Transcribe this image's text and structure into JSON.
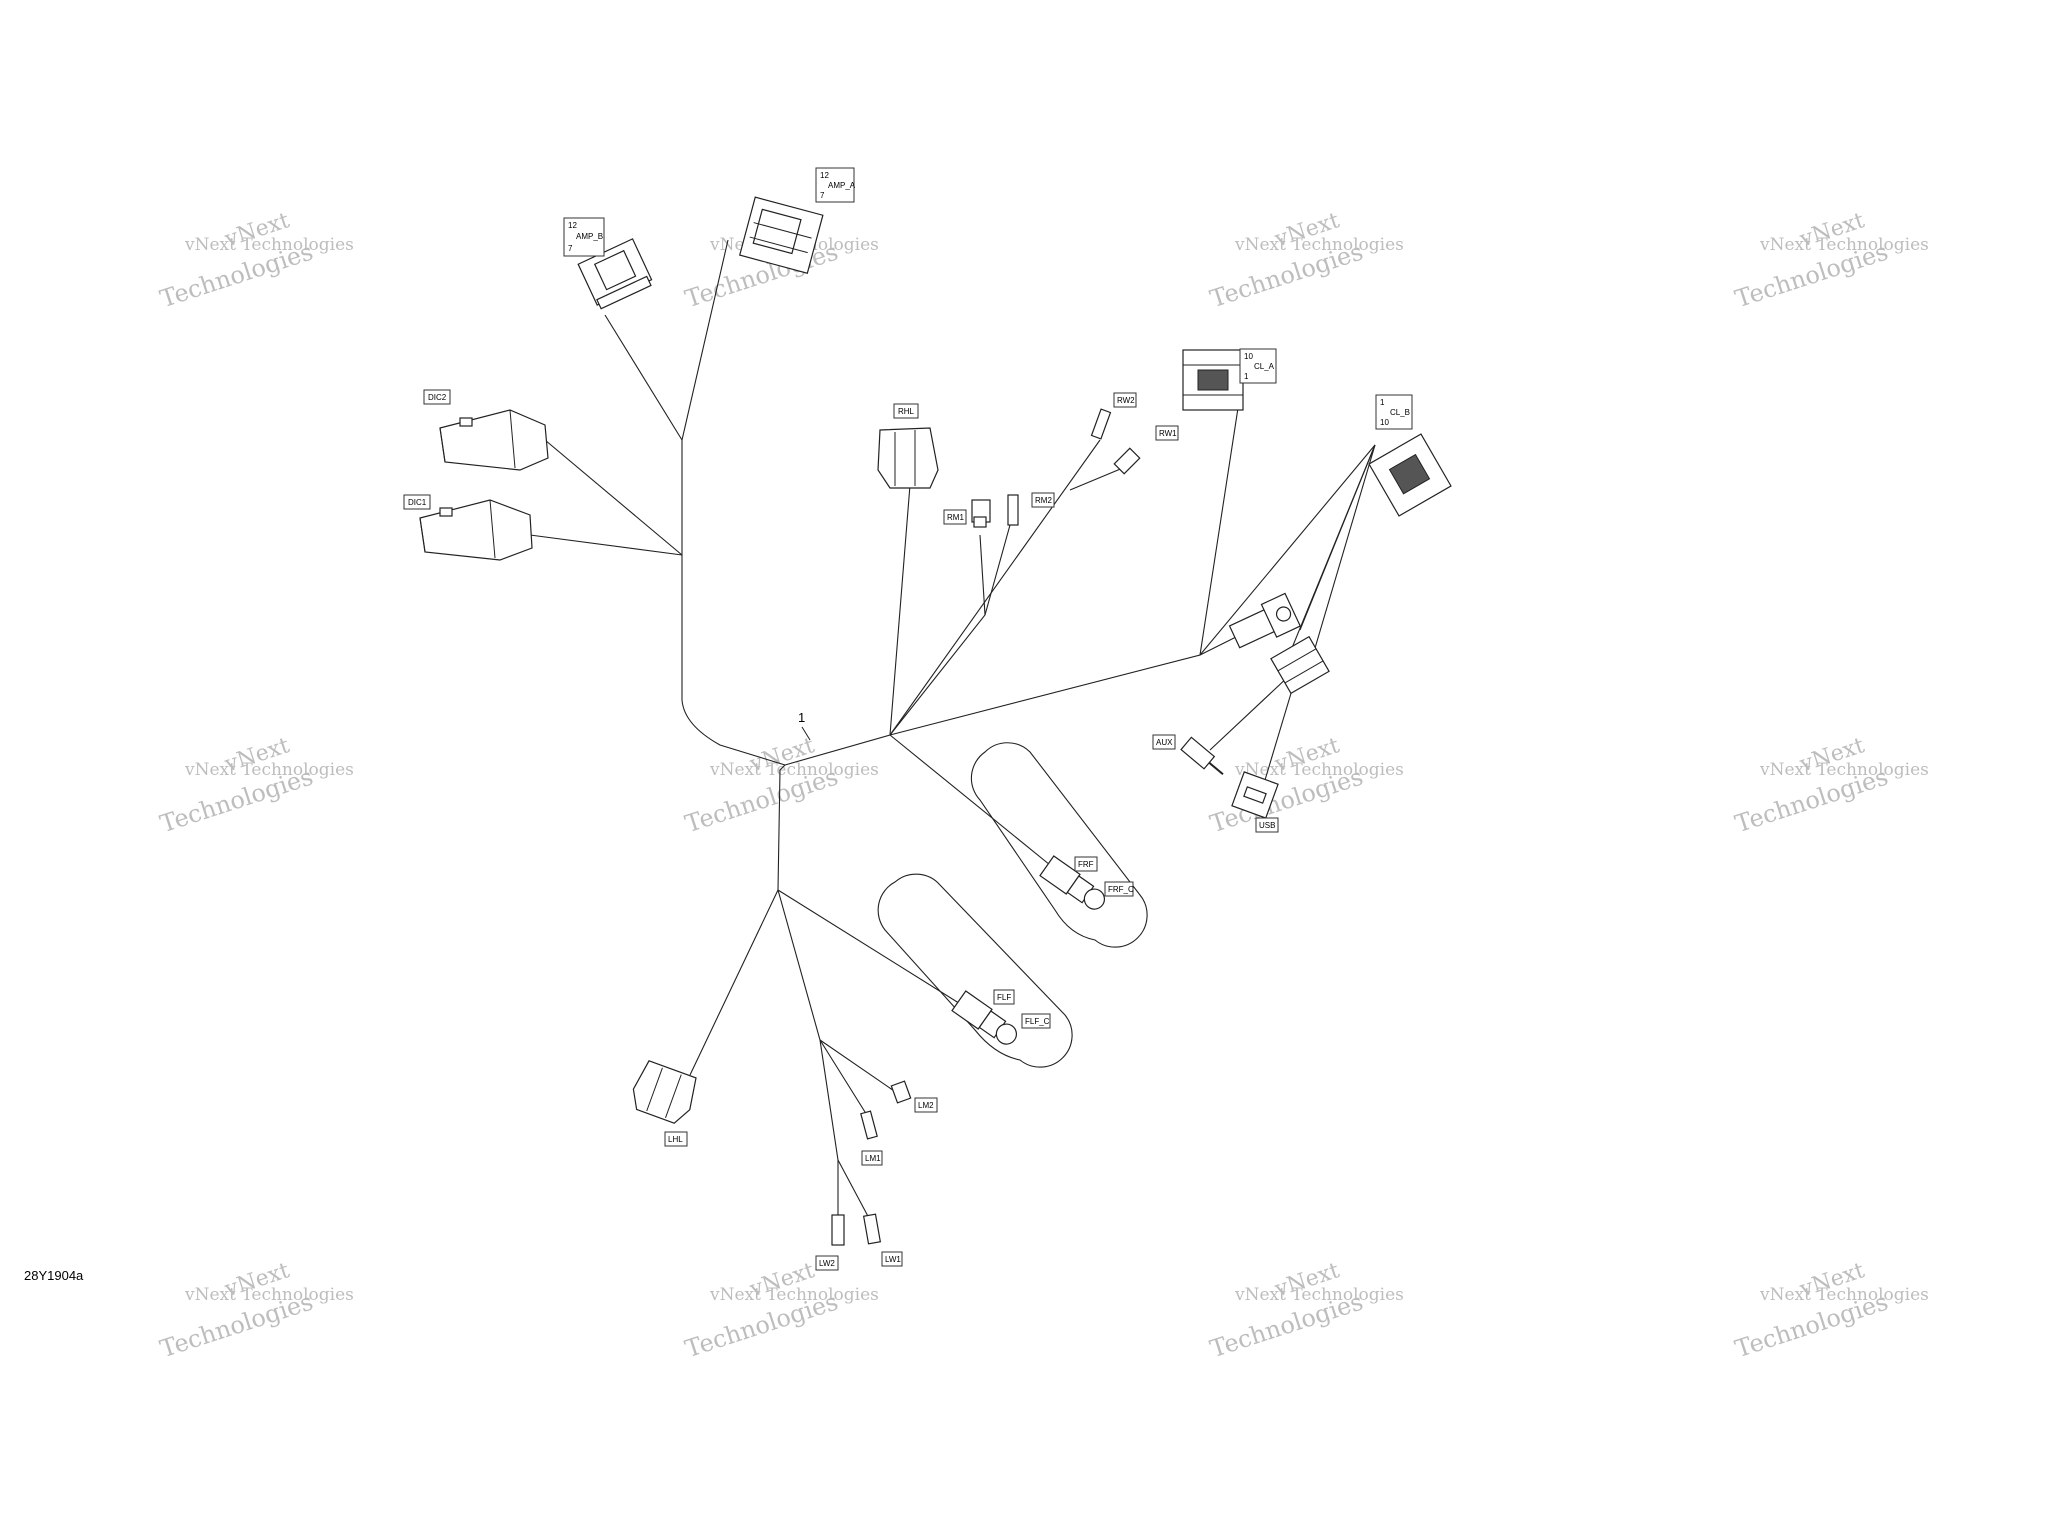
{
  "figure_code": "28Y1904a",
  "item_number": "1",
  "watermark": {
    "line1": "vNext",
    "line2": "vNext Technologies",
    "line3": "Technologies"
  },
  "connectors": {
    "amp_b": {
      "code": "AMP_B",
      "pin_top": "12",
      "pin_bottom": "7"
    },
    "amp_a": {
      "code": "AMP_A",
      "pin_top": "12",
      "pin_bottom": "7"
    },
    "dic2": {
      "code": "DIC2"
    },
    "dic1": {
      "code": "DIC1"
    },
    "rhl": {
      "code": "RHL"
    },
    "rw2": {
      "code": "RW2"
    },
    "rw1": {
      "code": "RW1"
    },
    "rm1": {
      "code": "RM1"
    },
    "rm2": {
      "code": "RM2"
    },
    "cl_a": {
      "code": "CL_A",
      "pin_top": "10",
      "pin_bottom": "1"
    },
    "cl_b": {
      "code": "CL_B",
      "pin_top": "1",
      "pin_bottom": "10"
    },
    "aux": {
      "code": "AUX"
    },
    "usb": {
      "code": "USB"
    },
    "frf": {
      "code": "FRF"
    },
    "frf_c": {
      "code": "FRF_C"
    },
    "flf": {
      "code": "FLF"
    },
    "flf_c": {
      "code": "FLF_C"
    },
    "lhl": {
      "code": "LHL"
    },
    "lm2": {
      "code": "LM2"
    },
    "lm1": {
      "code": "LM1"
    },
    "lw2": {
      "code": "LW2"
    },
    "lw1": {
      "code": "LW1"
    }
  }
}
